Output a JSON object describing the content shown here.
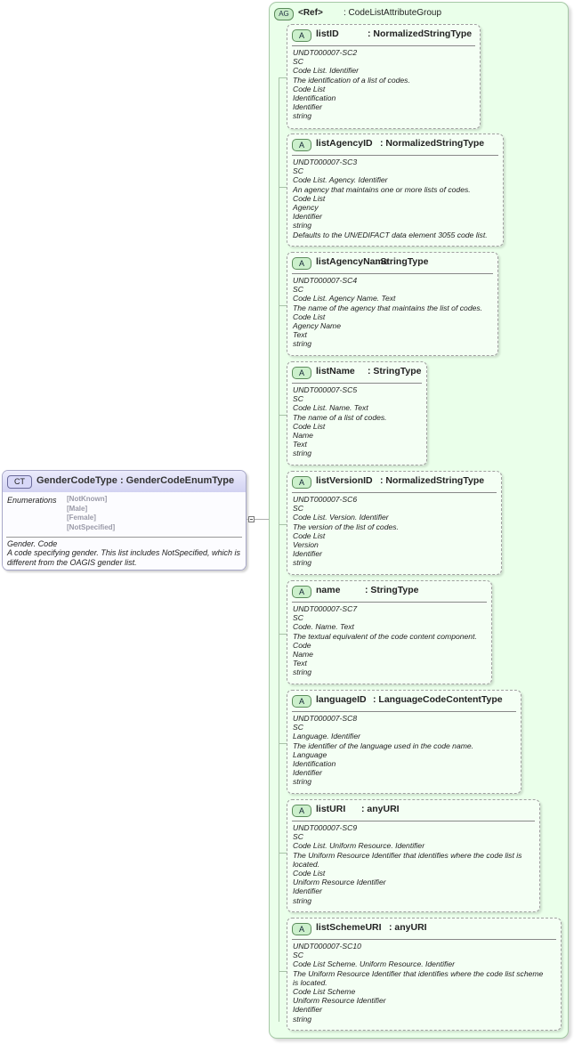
{
  "complex_type": {
    "badge": "CT",
    "name": "GenderCodeType",
    "type": "GenderCodeEnumType",
    "enumerations_label": "Enumerations",
    "enumerations": [
      "[NotKnown]",
      "[Male]",
      "[Female]",
      "[NotSpecified]"
    ],
    "doc": [
      "Gender. Code",
      "A code specifying gender. This list includes NotSpecified, which is",
      "different from the OAGIS gender list."
    ]
  },
  "attribute_group": {
    "badge": "AG",
    "ref_label": "<Ref>",
    "name": ": CodeListAttributeGroup"
  },
  "attributes": [
    {
      "badge": "A",
      "name": "listID",
      "type": ": NormalizedStringType",
      "lines": [
        "UNDT000007-SC2",
        "SC",
        "Code List. Identifier",
        "The identification of a list of codes.",
        "Code List",
        "Identification",
        "Identifier",
        "string"
      ]
    },
    {
      "badge": "A",
      "name": "listAgencyID",
      "type": ": NormalizedStringType",
      "lines": [
        "UNDT000007-SC3",
        "SC",
        "Code List. Agency. Identifier",
        "An agency that maintains one or more lists of codes.",
        "Code List",
        "Agency",
        "Identifier",
        "string",
        "Defaults to the UN/EDIFACT data element 3055 code list."
      ]
    },
    {
      "badge": "A",
      "name": "listAgencyName",
      "type": ": StringType",
      "lines": [
        "UNDT000007-SC4",
        "SC",
        "Code List. Agency Name. Text",
        "The name of the agency that maintains the list of codes.",
        "Code List",
        "Agency Name",
        "Text",
        "string"
      ]
    },
    {
      "badge": "A",
      "name": "listName",
      "type": ": StringType",
      "lines": [
        "UNDT000007-SC5",
        "SC",
        "Code List. Name. Text",
        "The name of a list of codes.",
        "Code List",
        "Name",
        "Text",
        "string"
      ]
    },
    {
      "badge": "A",
      "name": "listVersionID",
      "type": ": NormalizedStringType",
      "lines": [
        "UNDT000007-SC6",
        "SC",
        "Code List. Version. Identifier",
        "The version of the list of codes.",
        "Code List",
        "Version",
        "Identifier",
        "string"
      ]
    },
    {
      "badge": "A",
      "name": "name",
      "type": ": StringType",
      "lines": [
        "UNDT000007-SC7",
        "SC",
        "Code. Name. Text",
        "The textual equivalent of the code content component.",
        "Code",
        "Name",
        "Text",
        "string"
      ]
    },
    {
      "badge": "A",
      "name": "languageID",
      "type": ": LanguageCodeContentType",
      "lines": [
        "UNDT000007-SC8",
        "SC",
        "Language. Identifier",
        "The identifier of the language used in the code name.",
        "Language",
        "Identification",
        "Identifier",
        "string"
      ]
    },
    {
      "badge": "A",
      "name": "listURI",
      "type": ": anyURI",
      "lines": [
        "UNDT000007-SC9",
        "SC",
        "Code List. Uniform Resource. Identifier",
        "The Uniform Resource Identifier that identifies where the code list is",
        "located.",
        "Code List",
        "Uniform Resource Identifier",
        "Identifier",
        "string"
      ]
    },
    {
      "badge": "A",
      "name": "listSchemeURI",
      "type": ": anyURI",
      "lines": [
        "UNDT000007-SC10",
        "SC",
        "Code List Scheme. Uniform Resource. Identifier",
        "The Uniform Resource Identifier that identifies where the code list scheme",
        "is located.",
        "Code List Scheme",
        "Uniform Resource Identifier",
        "Identifier",
        "string"
      ]
    }
  ]
}
